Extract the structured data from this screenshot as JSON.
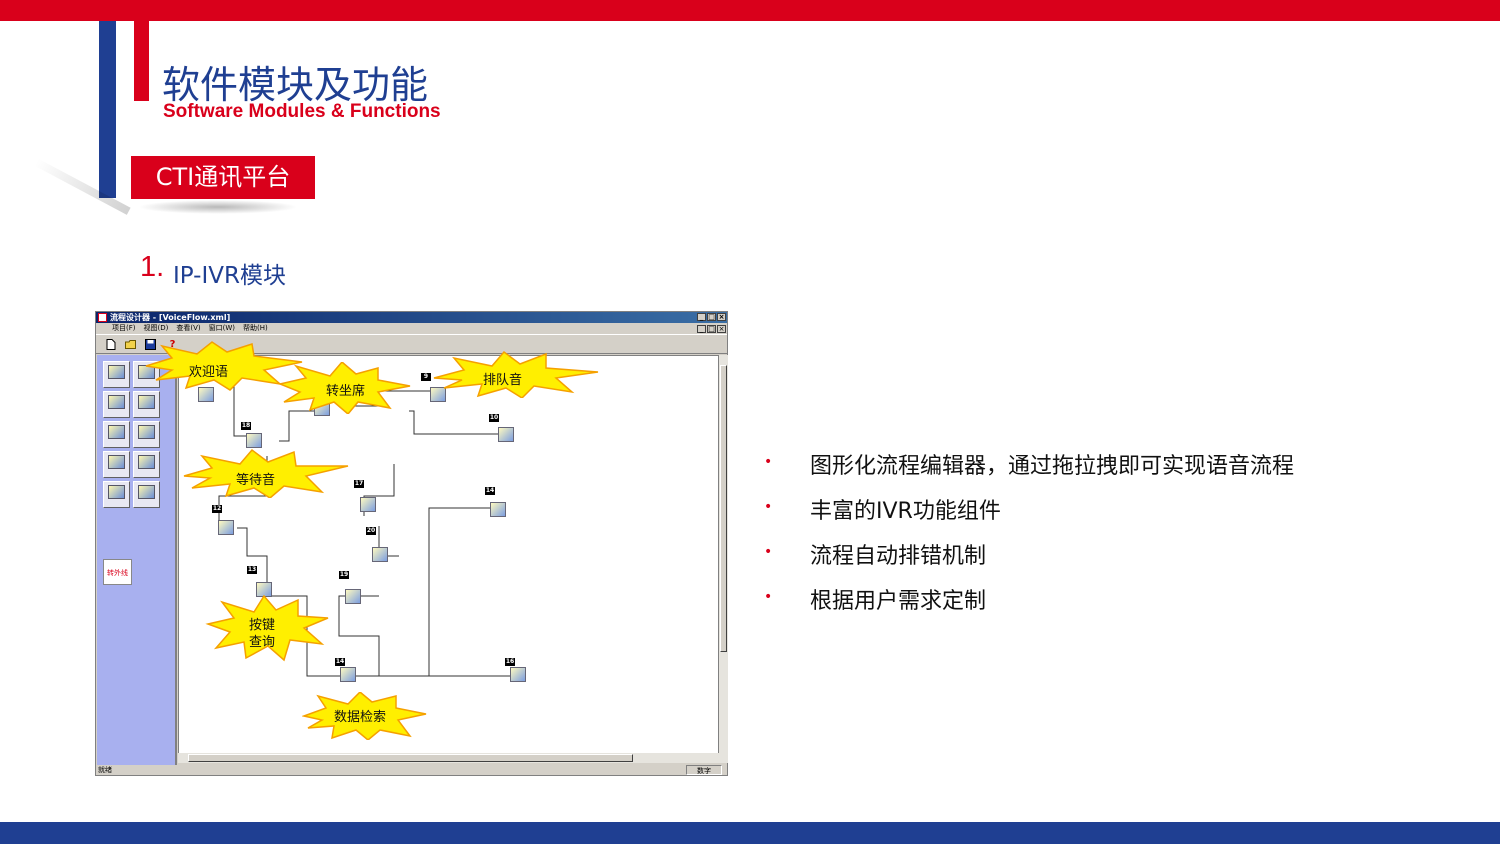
{
  "header": {
    "title_cn": "软件模块及功能",
    "title_en": "Software Modules & Functions"
  },
  "section": {
    "label": "CTI通讯平台"
  },
  "item": {
    "number": "1.",
    "text": "IP-IVR模块"
  },
  "app": {
    "title": "流程设计器 - [VoiceFlow.xml]",
    "window_buttons": [
      "_",
      "□",
      "×"
    ],
    "menu": [
      "项目(F)",
      "视图(D)",
      "查看(V)",
      "窗口(W)",
      "帮助(H)"
    ],
    "toolbar_icons": [
      "new-file-icon",
      "open-folder-icon",
      "save-icon",
      "help-icon"
    ],
    "palette_ext_label": "转外线",
    "status_left": "就绪",
    "status_right": "数字",
    "nodes": [
      "9",
      "10",
      "12",
      "13",
      "14",
      "15",
      "16",
      "17",
      "18",
      "19",
      "20"
    ],
    "callouts": {
      "welcome": "欢迎语",
      "transfer": "转坐席",
      "queue": "排队音",
      "waiting": "等待音",
      "key_query_1": "按键",
      "key_query_2": "查询",
      "data_search": "数据检索"
    }
  },
  "bullets": [
    "图形化流程编辑器，通过拖拉拽即可实现语音流程",
    "丰富的IVR功能组件",
    "流程自动排错机制",
    "根据用户需求定制"
  ],
  "colors": {
    "red": "#d9001b",
    "blue": "#1f3f92",
    "burst_fill": "#ffef00",
    "burst_edge": "#f5a000"
  }
}
